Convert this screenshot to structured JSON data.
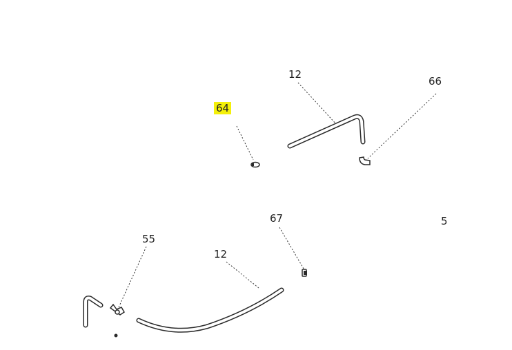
{
  "callouts": {
    "c64": "64",
    "c12_top": "12",
    "c66": "66",
    "c67": "67",
    "c5": "5",
    "c55": "55",
    "c12_bottom": "12"
  },
  "colors": {
    "highlight": "#f4f00a",
    "line": "#2a2a2a"
  }
}
